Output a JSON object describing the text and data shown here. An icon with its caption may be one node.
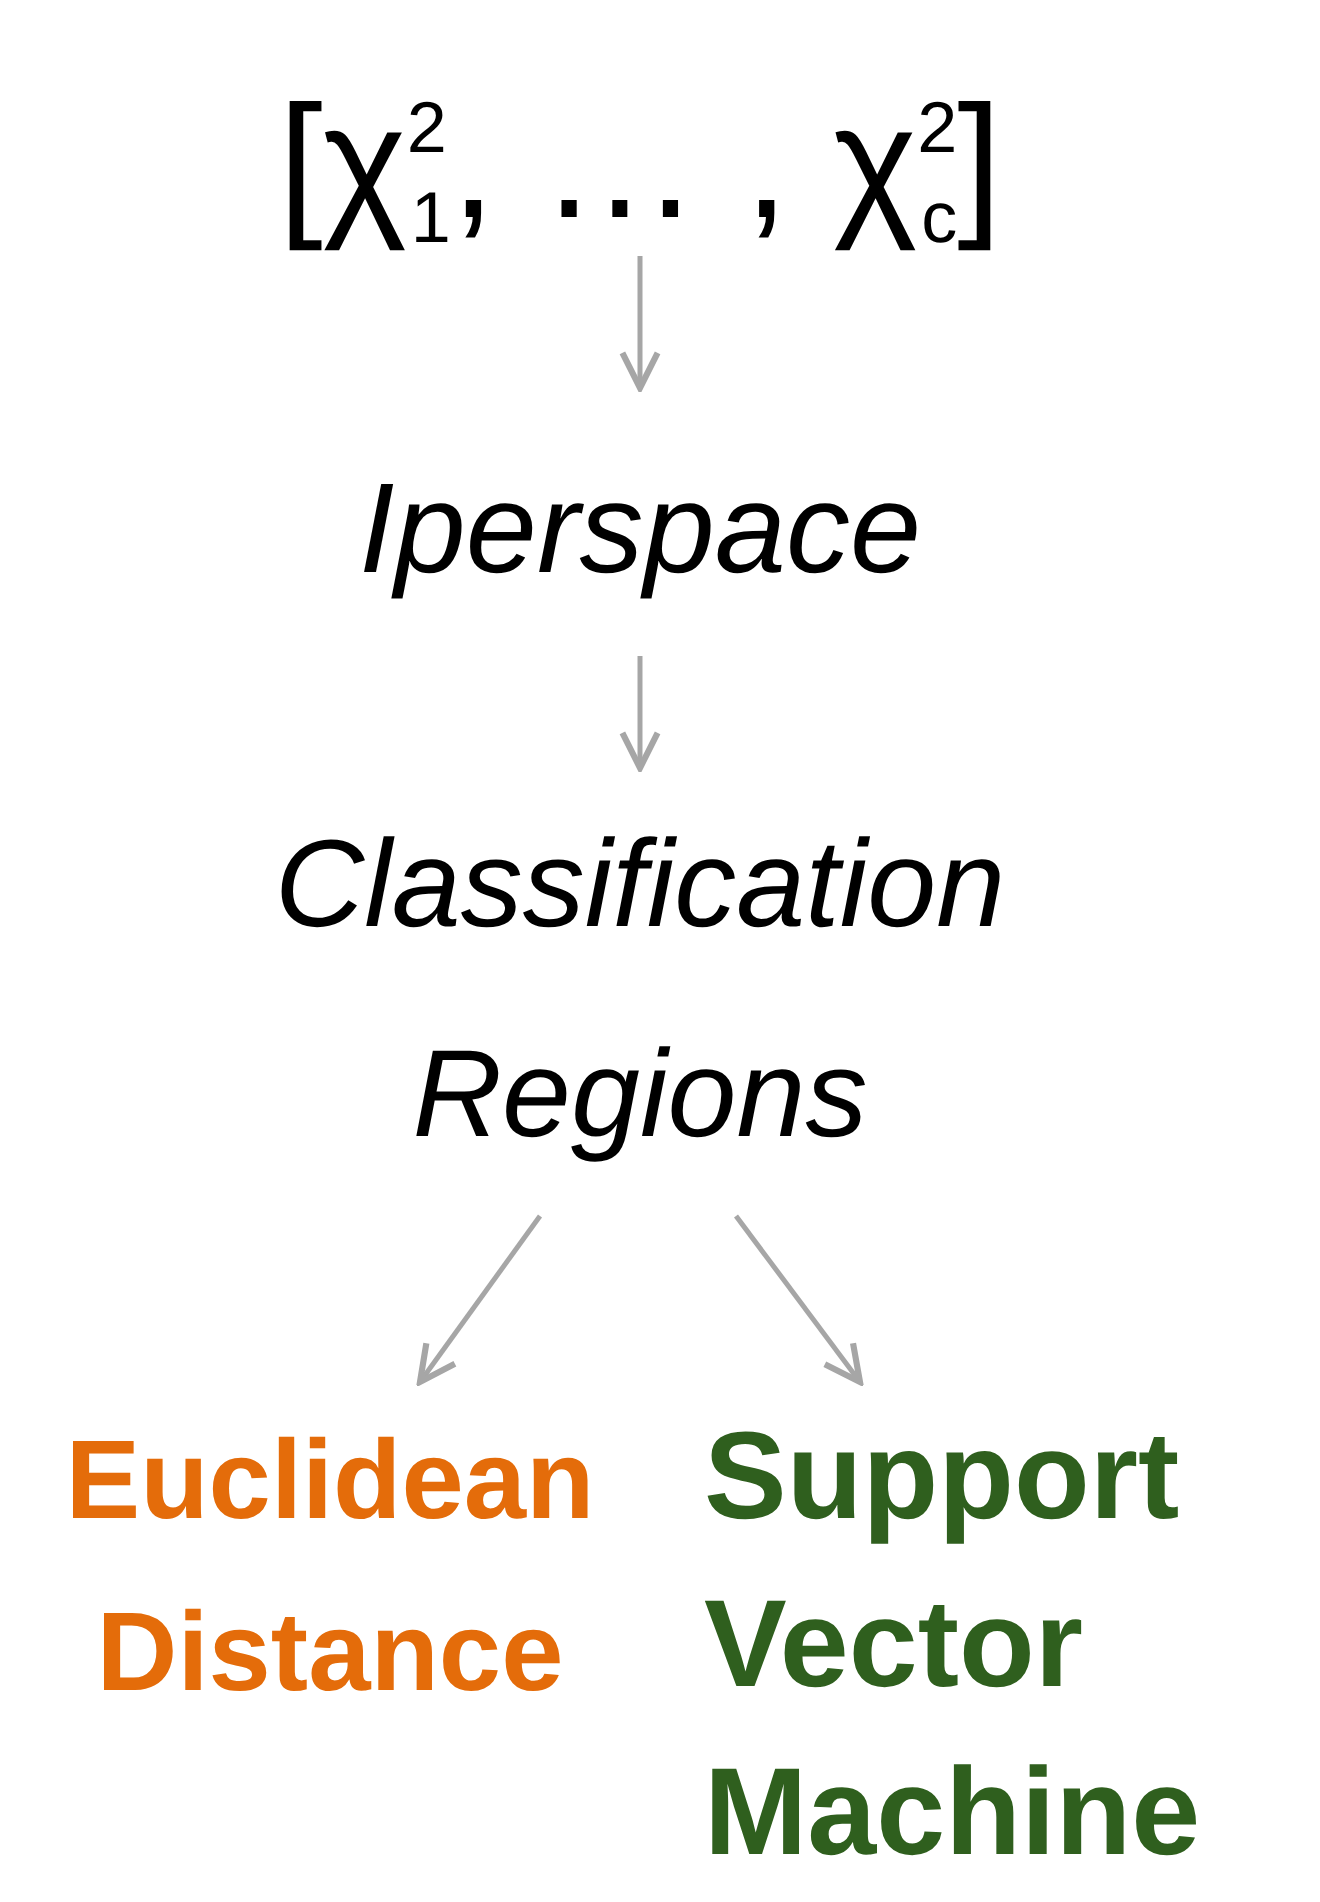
{
  "diagram": {
    "nodes": [
      {
        "text": [
          "[χ$^{2}$$_{1}$, … , χ$^{2}$$_{c}$]"
        ]
      },
      {
        "text": [
          "Iperspace"
        ]
      },
      {
        "text": [
          "Classification Regions"
        ]
      },
      {
        "text": [
          "Euclidean Distance"
        ]
      },
      {
        "text": [
          "Support Vector Machine"
        ]
      }
    ],
    "edges": [
      {
        "from": 0,
        "to": 1,
        "arrow": "to"
      },
      {
        "from": 1,
        "to": 2,
        "arrow": "to"
      },
      {
        "from": 2,
        "to": 3,
        "arrow": "to"
      },
      {
        "from": 2,
        "to": 4,
        "arrow": "to"
      }
    ]
  }
}
